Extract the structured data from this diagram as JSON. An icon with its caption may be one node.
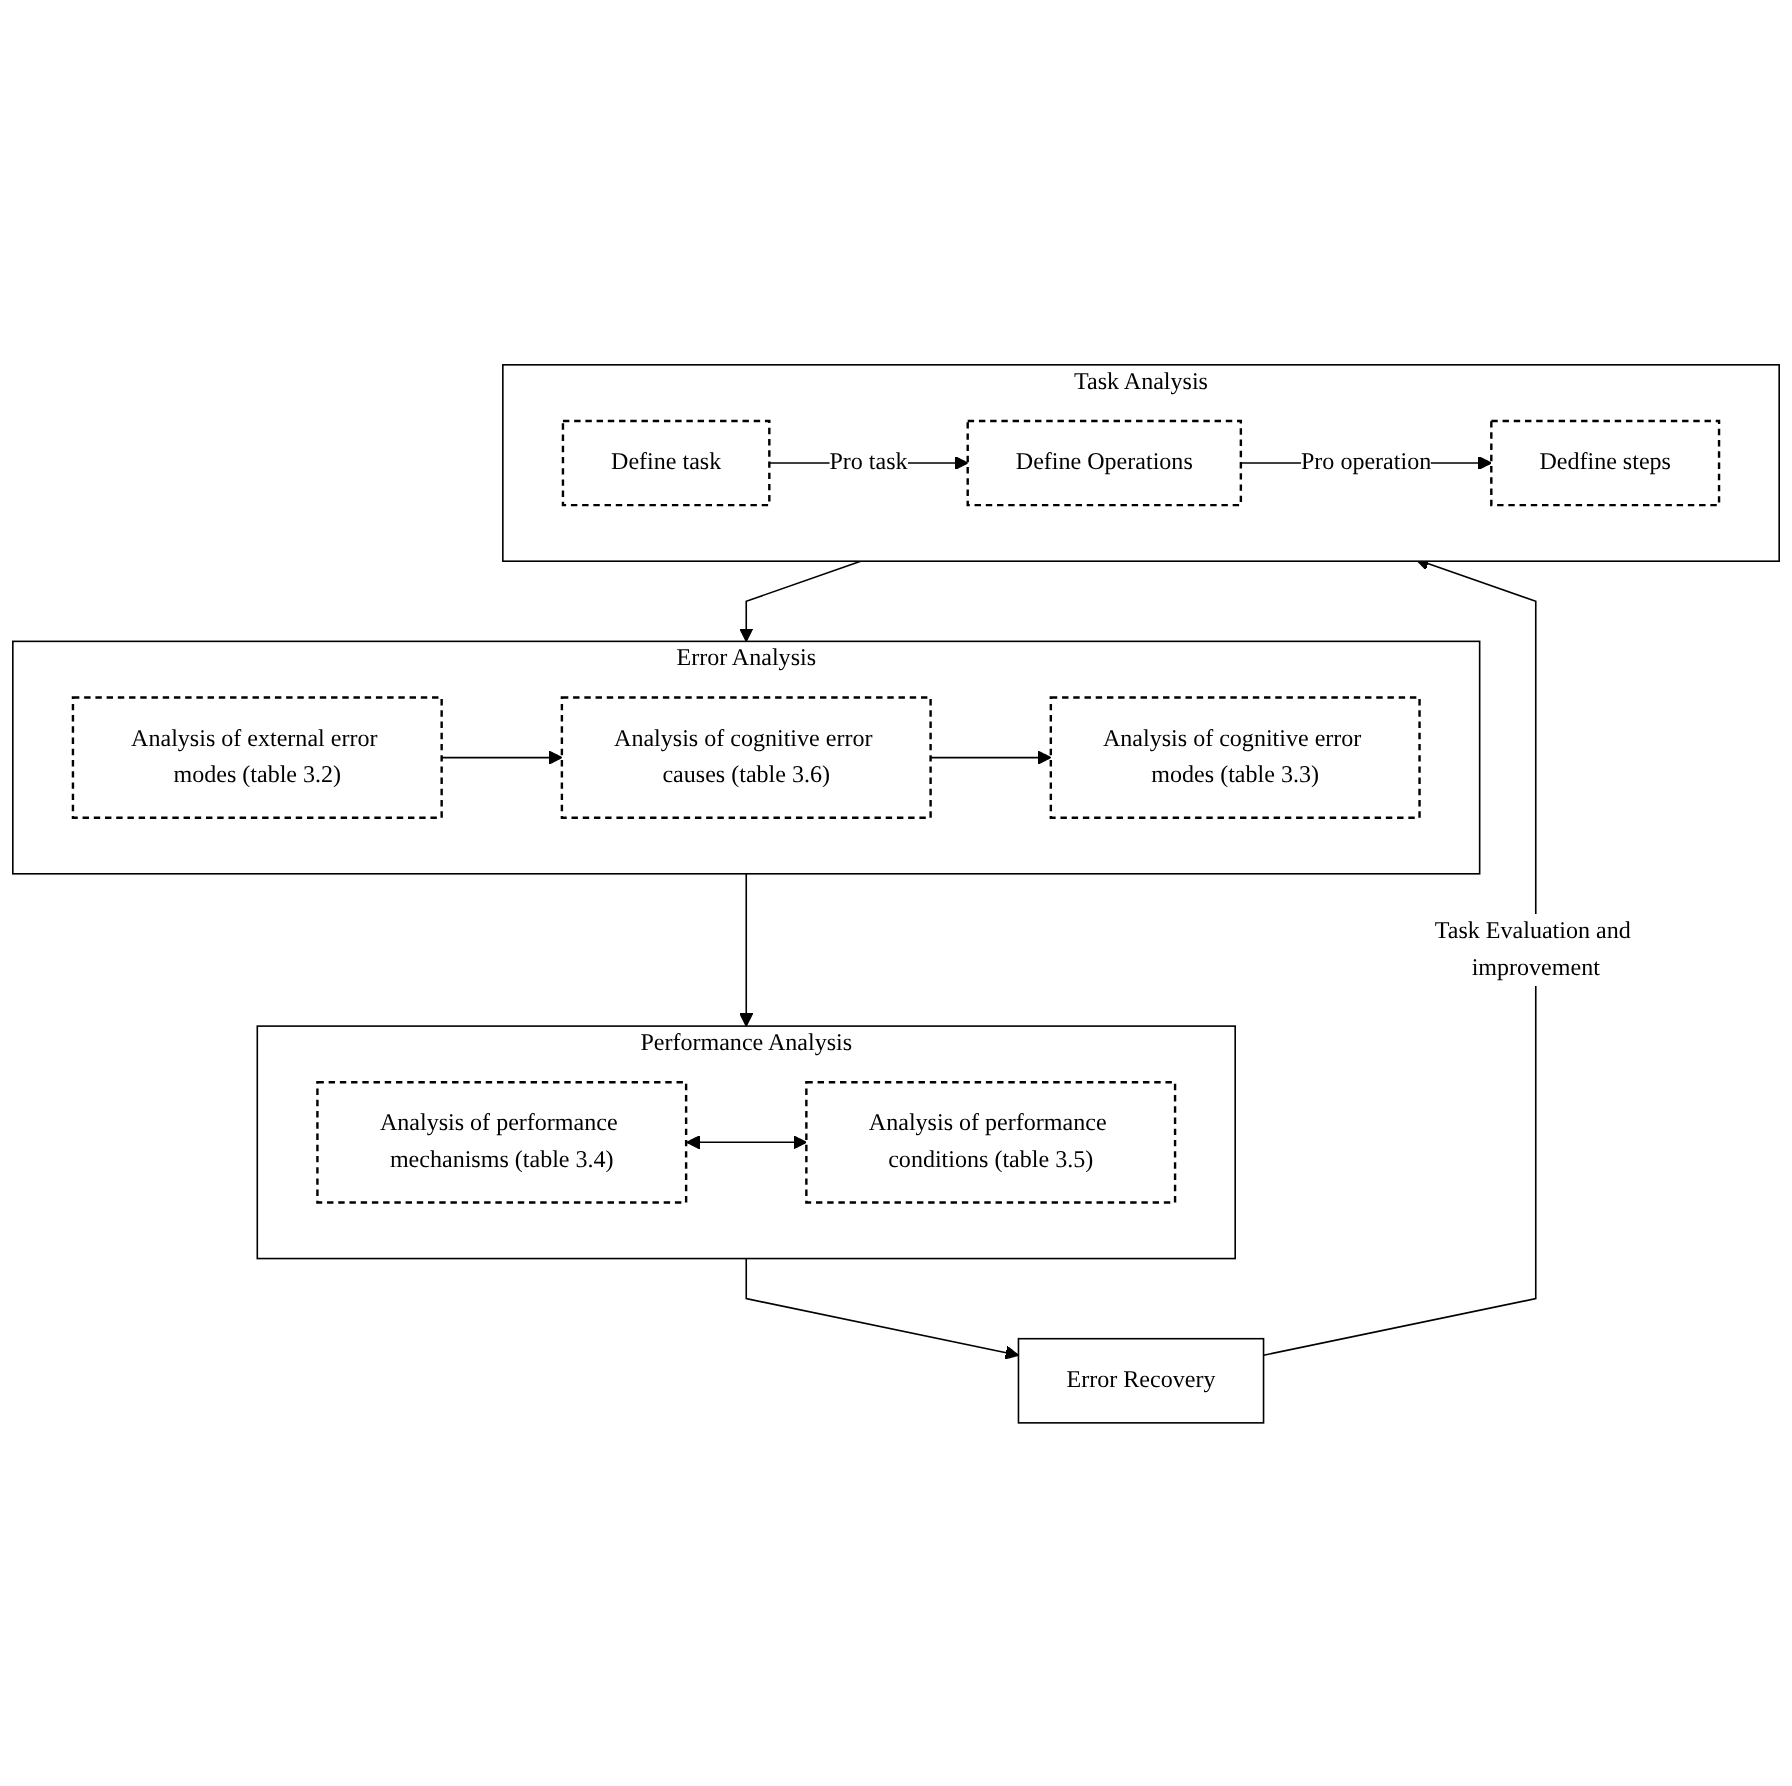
{
  "diagram": {
    "nodes": [
      {
        "text": [
          "Task Analysis"
        ]
      },
      {
        "text": [
          "Define task"
        ],
        "in": 0
      },
      {
        "text": [
          "Define Operations"
        ],
        "in": 0
      },
      {
        "text": [
          "Dedfine steps"
        ],
        "in": 0
      },
      {
        "text": [
          "Error Analysis"
        ]
      },
      {
        "text": [
          "Analysis of external error modes (table 3.2)"
        ],
        "in": 4
      },
      {
        "text": [
          "Analysis of cognitive error causes (table 3.6)"
        ],
        "in": 4
      },
      {
        "text": [
          "Analysis of cognitive error modes (table 3.3)"
        ],
        "in": 4
      },
      {
        "text": [
          "Performance Analysis"
        ]
      },
      {
        "text": [
          "Analysis of performance mechanisms (table 3.4)"
        ],
        "in": 8
      },
      {
        "text": [
          "Analysis of performance conditions (table 3.5)"
        ],
        "in": 8
      },
      {
        "text": [
          "Error Recovery"
        ]
      }
    ],
    "edges": [
      {
        "from": 1,
        "to": 2,
        "arrow": "to",
        "label": "Pro task"
      },
      {
        "from": 2,
        "to": 3,
        "arrow": "to",
        "label": "Pro operation"
      },
      {
        "from": 0,
        "to": 4,
        "arrow": "to"
      },
      {
        "from": 5,
        "to": 6,
        "arrow": "to"
      },
      {
        "from": 6,
        "to": 7,
        "arrow": "to"
      },
      {
        "from": 4,
        "to": 8,
        "arrow": "to"
      },
      {
        "from": 9,
        "to": 10,
        "arrow": "both"
      },
      {
        "from": 8,
        "to": 11,
        "arrow": "to"
      },
      {
        "from": 11,
        "to": 0,
        "arrow": "to",
        "label": "Task Evaluation and improvement"
      }
    ]
  }
}
